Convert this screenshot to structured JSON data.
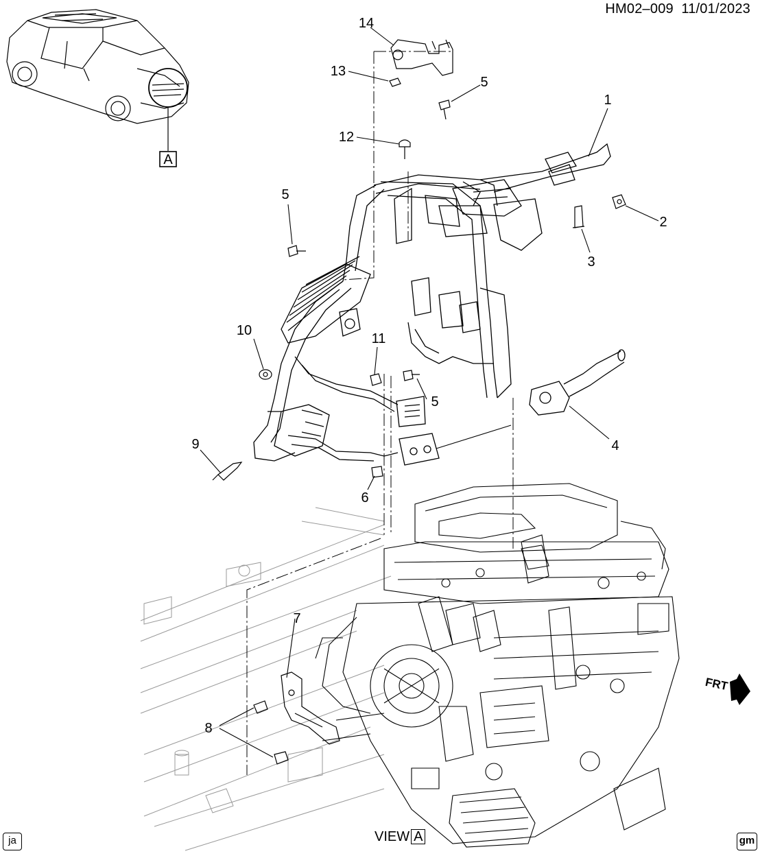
{
  "header": {
    "code": "HM02–009",
    "date": "11/01/2023"
  },
  "view_ref": {
    "label": "A"
  },
  "view_caption": {
    "prefix": "VIEW",
    "letter": "A"
  },
  "direction": {
    "label": "FRT"
  },
  "corner_left": {
    "label": "ja"
  },
  "corner_right": {
    "label": "gm"
  },
  "callouts": [
    {
      "id": "c1",
      "label": "1"
    },
    {
      "id": "c2",
      "label": "2"
    },
    {
      "id": "c3",
      "label": "3"
    },
    {
      "id": "c4",
      "label": "4"
    },
    {
      "id": "c5a",
      "label": "5"
    },
    {
      "id": "c5b",
      "label": "5"
    },
    {
      "id": "c5c",
      "label": "5"
    },
    {
      "id": "c6",
      "label": "6"
    },
    {
      "id": "c7",
      "label": "7"
    },
    {
      "id": "c8",
      "label": "8"
    },
    {
      "id": "c9",
      "label": "9"
    },
    {
      "id": "c10",
      "label": "10"
    },
    {
      "id": "c11",
      "label": "11"
    },
    {
      "id": "c12",
      "label": "12"
    },
    {
      "id": "c13",
      "label": "13"
    },
    {
      "id": "c14",
      "label": "14"
    }
  ]
}
